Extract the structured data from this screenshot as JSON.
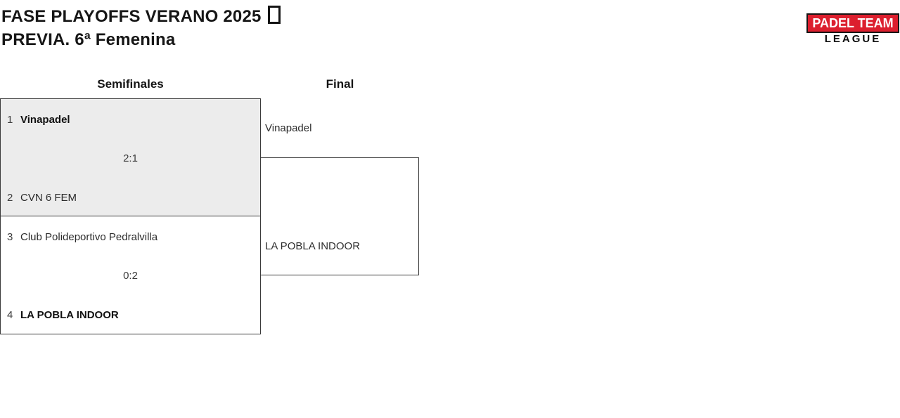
{
  "header": {
    "title_line1": "FASE PLAYOFFS VERANO 2025",
    "title_trailing_icon": "missing-glyph-box",
    "title_line2": "PREVIA. 6ª Femenina"
  },
  "logo": {
    "top_text": "PADEL TEAM",
    "bottom_text": "LEAGUE",
    "red_color": "#dc1f2e",
    "top_text_color": "#ffffff",
    "bottom_text_color": "#0d0d0d"
  },
  "bracket": {
    "round_headers": [
      {
        "label": "Semifinales"
      },
      {
        "label": "Final"
      }
    ],
    "semifinal_1": {
      "home_seed": "1",
      "home_name": "Vinapadel",
      "score": "2:1",
      "away_seed": "2",
      "away_name": "CVN 6 FEM",
      "highlight_bg": "#ececec"
    },
    "semifinal_2": {
      "home_seed": "3",
      "home_name": "Club Polideportivo Pedralvilla",
      "score": "0:2",
      "away_seed": "4",
      "away_name": "LA POBLA INDOOR"
    },
    "final": {
      "home_name": "Vinapadel",
      "away_name": "LA POBLA INDOOR"
    }
  }
}
